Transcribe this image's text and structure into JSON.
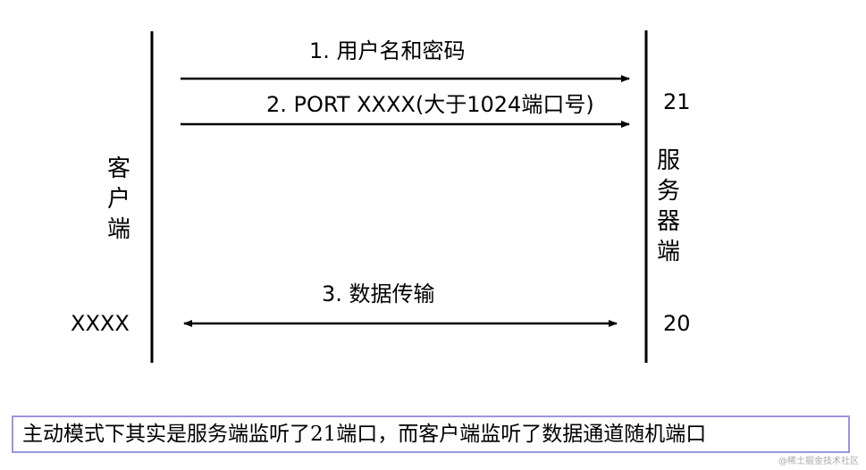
{
  "client": {
    "label_chars": [
      "客",
      "户",
      "端"
    ],
    "port": "XXXX"
  },
  "server": {
    "label_chars": [
      "服",
      "务",
      "器",
      "端"
    ],
    "control_port": "21",
    "data_port": "20"
  },
  "messages": [
    {
      "text": "1. 用户名和密码",
      "direction": "client-to-server"
    },
    {
      "text": "2. PORT  XXXX(大于1024端口号)",
      "direction": "client-to-server"
    },
    {
      "text": "3. 数据传输",
      "direction": "bidirectional"
    }
  ],
  "note": "主动模式下其实是服务端监听了21端口，而客户端监听了数据通道随机端口",
  "watermark": "@稀土掘金技术社区",
  "colors": {
    "line": "#000000",
    "note_border": "#9b96e0"
  }
}
